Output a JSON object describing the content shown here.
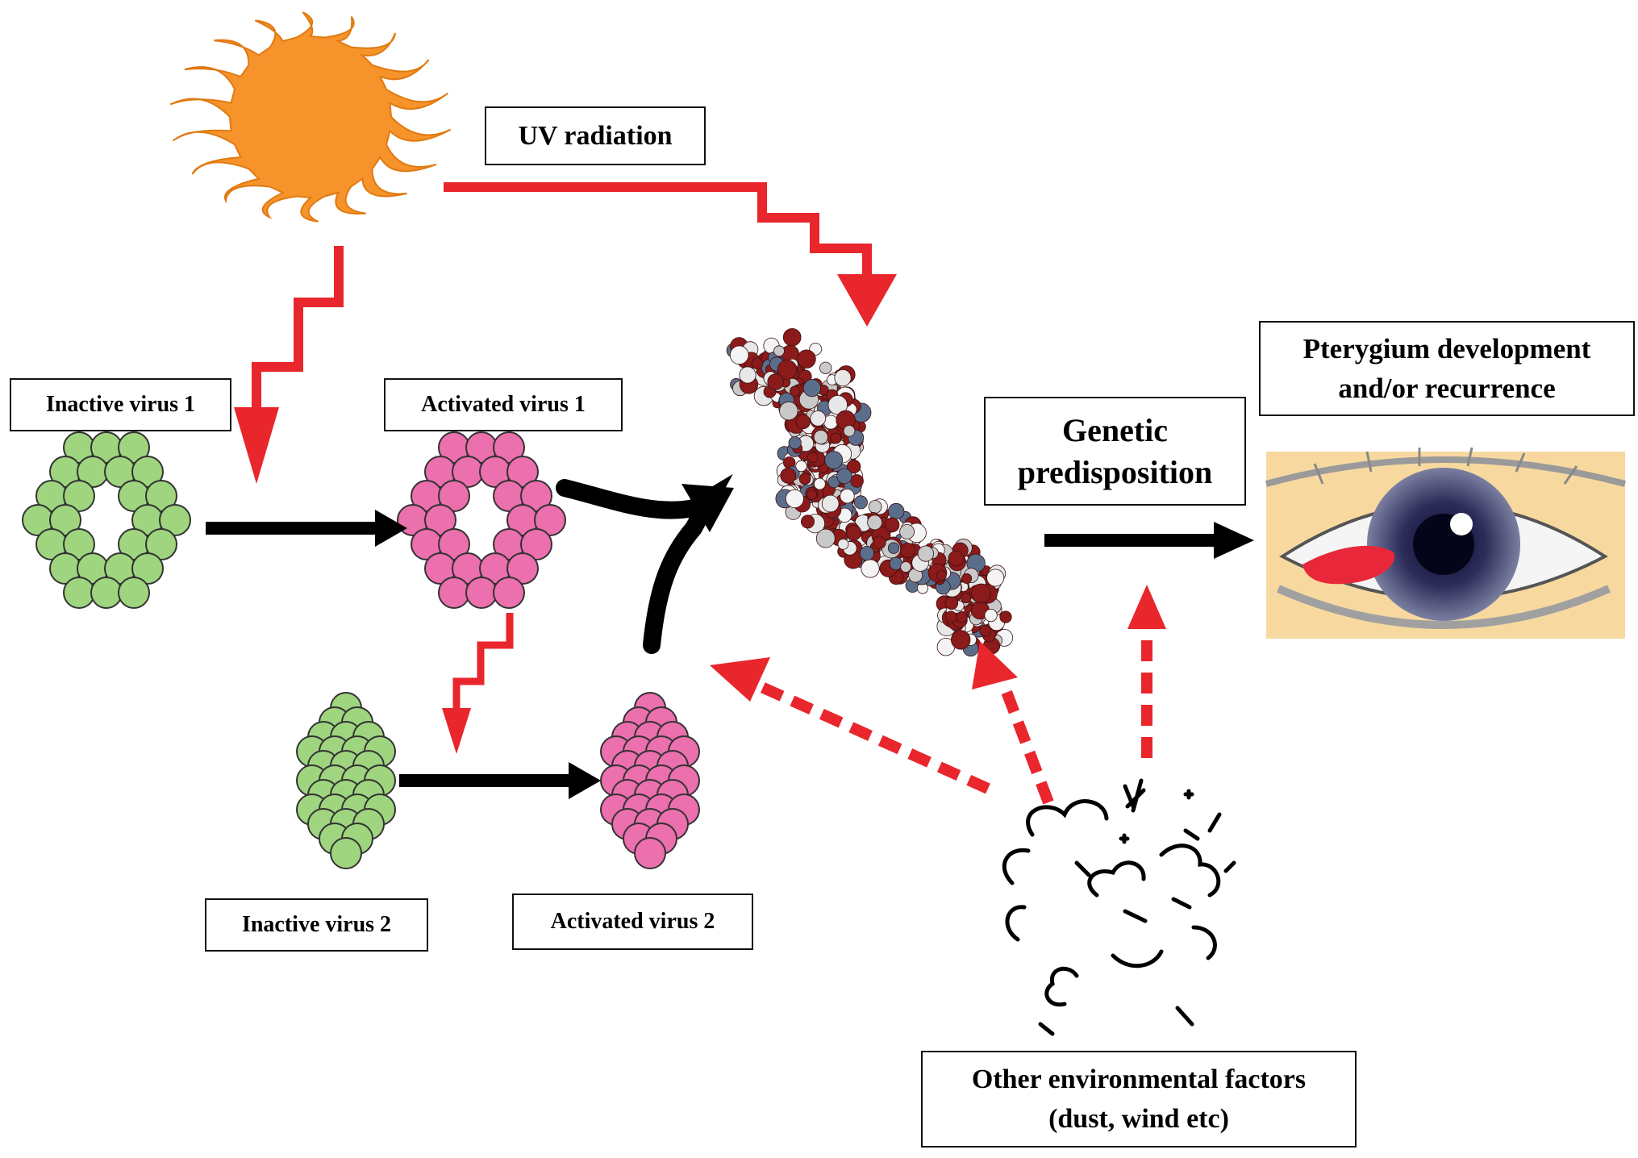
{
  "labels": {
    "uv_radiation": "UV radiation",
    "inactive_virus_1": "Inactive virus 1",
    "activated_virus_1": "Activated virus 1",
    "inactive_virus_2": "Inactive virus 2",
    "activated_virus_2": "Activated virus 2",
    "genetic_predisposition_line1": "Genetic",
    "genetic_predisposition_line2": "predisposition",
    "pterygium_line1": "Pterygium development",
    "pterygium_line2": "and/or recurrence",
    "environmental_line1": "Other environmental factors",
    "environmental_line2": "(dust, wind etc)"
  },
  "colors": {
    "sun": "#f7932b",
    "uv_arrow": "#e8262b",
    "inactive_virus": "#9fd57f",
    "activated_virus": "#ec6fae",
    "process_arrow": "#000000",
    "dna_red": "#8b1a1a",
    "eye_skin": "#f7d9a0",
    "pterygium": "#e8283a"
  },
  "icons": [
    "sun-icon",
    "virus-icon",
    "dna-helix-icon",
    "eye-icon",
    "dust-cloud-icon"
  ]
}
